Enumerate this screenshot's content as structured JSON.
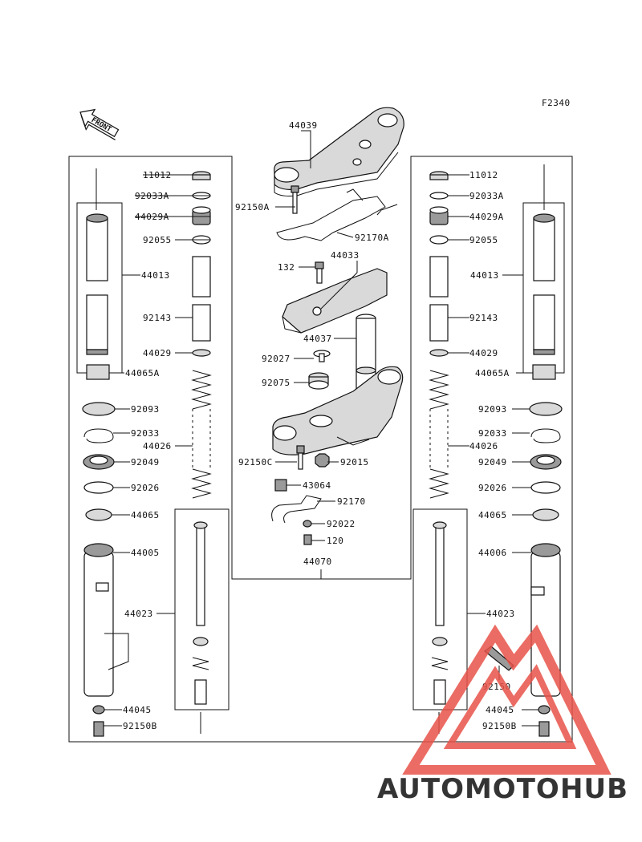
{
  "figure_code": "F2340",
  "front_arrow_label": "FRONT",
  "watermark": {
    "brand_part1": "AUTOMOTO",
    "brand_part2": "HUB",
    "color_orange": "#f7b780",
    "color_grey": "#7a7a7a",
    "color_red": "#e8534a"
  },
  "labels": {
    "c_44039": "44039",
    "c_92150A": "92150A",
    "c_92170A": "92170A",
    "c_132": "132",
    "c_44033": "44033",
    "c_44037": "44037",
    "c_92027": "92027",
    "c_92075": "92075",
    "c_92150C": "92150C",
    "c_92015": "92015",
    "c_43064": "43064",
    "c_92170": "92170",
    "c_92022": "92022",
    "c_120": "120",
    "c_44070": "44070",
    "l_11012": "11012",
    "l_92033A": "92033A",
    "l_44029A": "44029A",
    "l_92055": "92055",
    "l_44013": "44013",
    "l_92143": "92143",
    "l_44029": "44029",
    "l_44065A": "44065A",
    "l_92093": "92093",
    "l_92033": "92033",
    "l_44026": "44026",
    "l_92049": "92049",
    "l_92026": "92026",
    "l_44065": "44065",
    "l_44005": "44005",
    "l_44023": "44023",
    "l_44045": "44045",
    "l_92150B": "92150B",
    "r_11012": "11012",
    "r_92033A": "92033A",
    "r_44029A": "44029A",
    "r_92055": "92055",
    "r_44013": "44013",
    "r_92143": "92143",
    "r_44029": "44029",
    "r_44065A": "44065A",
    "r_92093": "92093",
    "r_92033": "92033",
    "r_44026": "44026",
    "r_92049": "92049",
    "r_92026": "92026",
    "r_44065": "44065",
    "r_44006": "44006",
    "r_44023": "44023",
    "r_92150": "92150",
    "r_44045": "44045",
    "r_92150B": "92150B"
  }
}
